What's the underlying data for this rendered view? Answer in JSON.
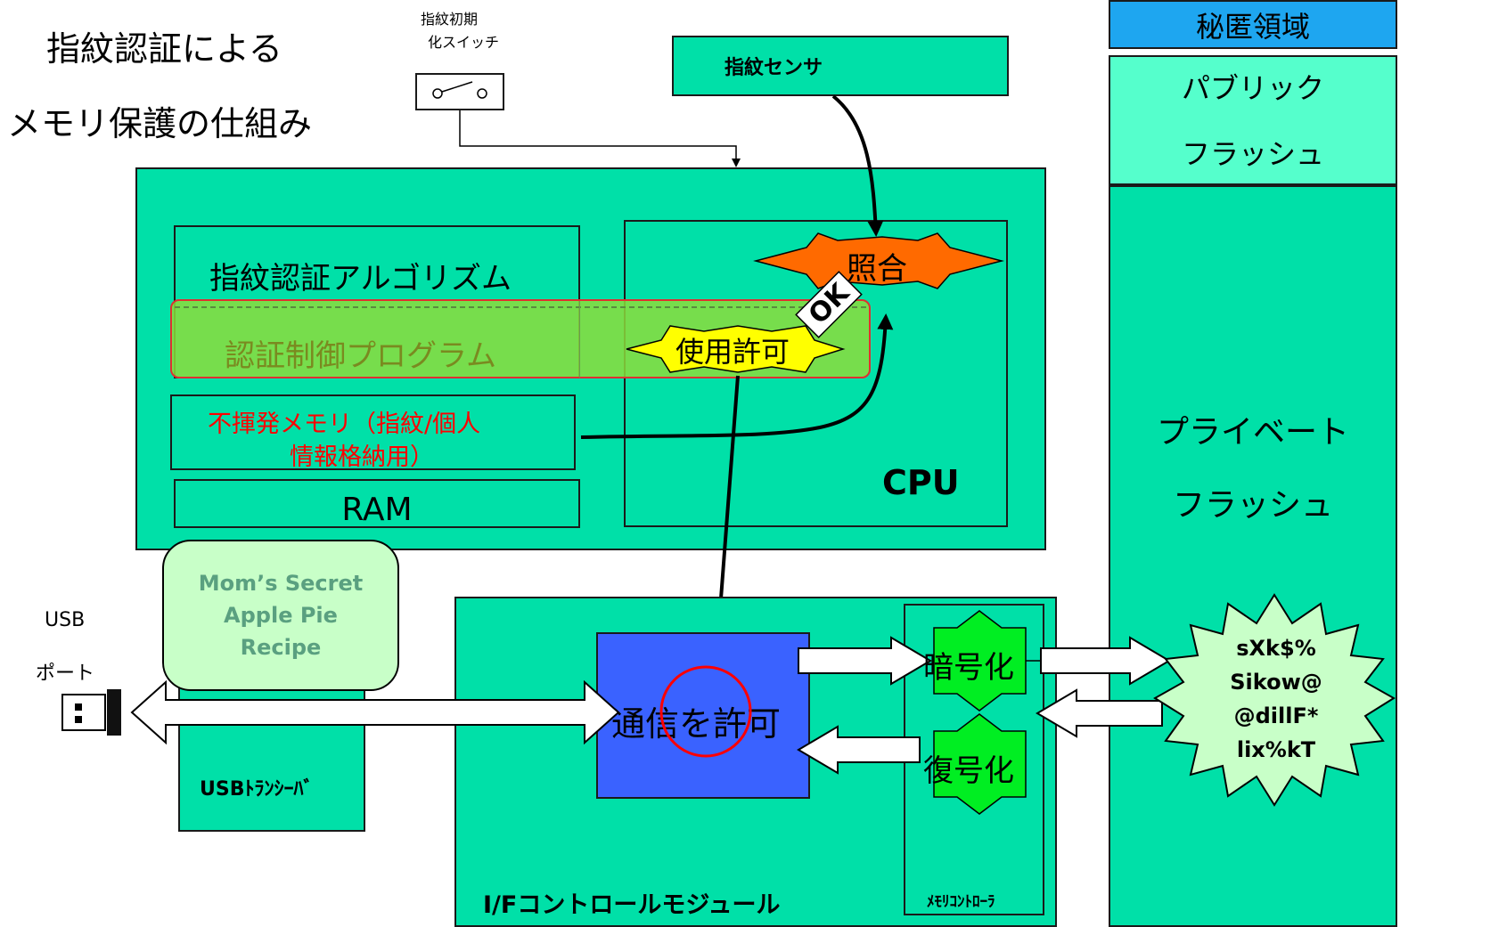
{
  "title": {
    "line1": "指紋認証による",
    "line2": "メモリ保護の仕組み"
  },
  "switch_label": {
    "line1": "指紋初期",
    "line2": "化スイッチ"
  },
  "sensor_label": "指紋センサ",
  "flash": {
    "hidden_area": "秘匿領域",
    "public_line1": "パブリック",
    "public_line2": "フラッシュ",
    "private_line1": "プライベート",
    "private_line2": "フラッシュ"
  },
  "cpu_block": {
    "algorithm": "指紋認証アルゴリズム",
    "control_program": "認証制御プログラム",
    "nvm_line1": "不揮発メモリ（指紋/個人",
    "nvm_line2": "情報格納用）",
    "ram": "RAM",
    "cpu": "CPU",
    "match": "照合",
    "ok": "OK",
    "permit": "使用許可"
  },
  "usb": {
    "port_line1": "USB",
    "port_line2": "ポート",
    "transceiver": "USBﾄﾗﾝｼｰﾊﾞ",
    "bubble_line1": "Mom’s  Secret",
    "bubble_line2": "Apple  Pie",
    "bubble_line3": "Recipe"
  },
  "if_module": {
    "label": "I/Fコントロールモジュール",
    "comm_permit": "通信を許可",
    "memory_controller": "ﾒﾓﾘｺﾝﾄﾛｰﾗ",
    "encrypt": "暗号化",
    "decrypt": "復号化"
  },
  "cipher_text": {
    "line1": "sXk$%",
    "line2": "Sikow@",
    "line3": "@dillF*",
    "line4": "lix%kT"
  },
  "colors": {
    "teal": "#00e0a8",
    "light_teal": "#55ffcc",
    "blue_header": "#1ea6f0",
    "orange": "#ff6a00",
    "yellow": "#ffff00",
    "green_star": "#00ee22",
    "blue_box": "#3a62ff",
    "red": "#ff0000"
  }
}
